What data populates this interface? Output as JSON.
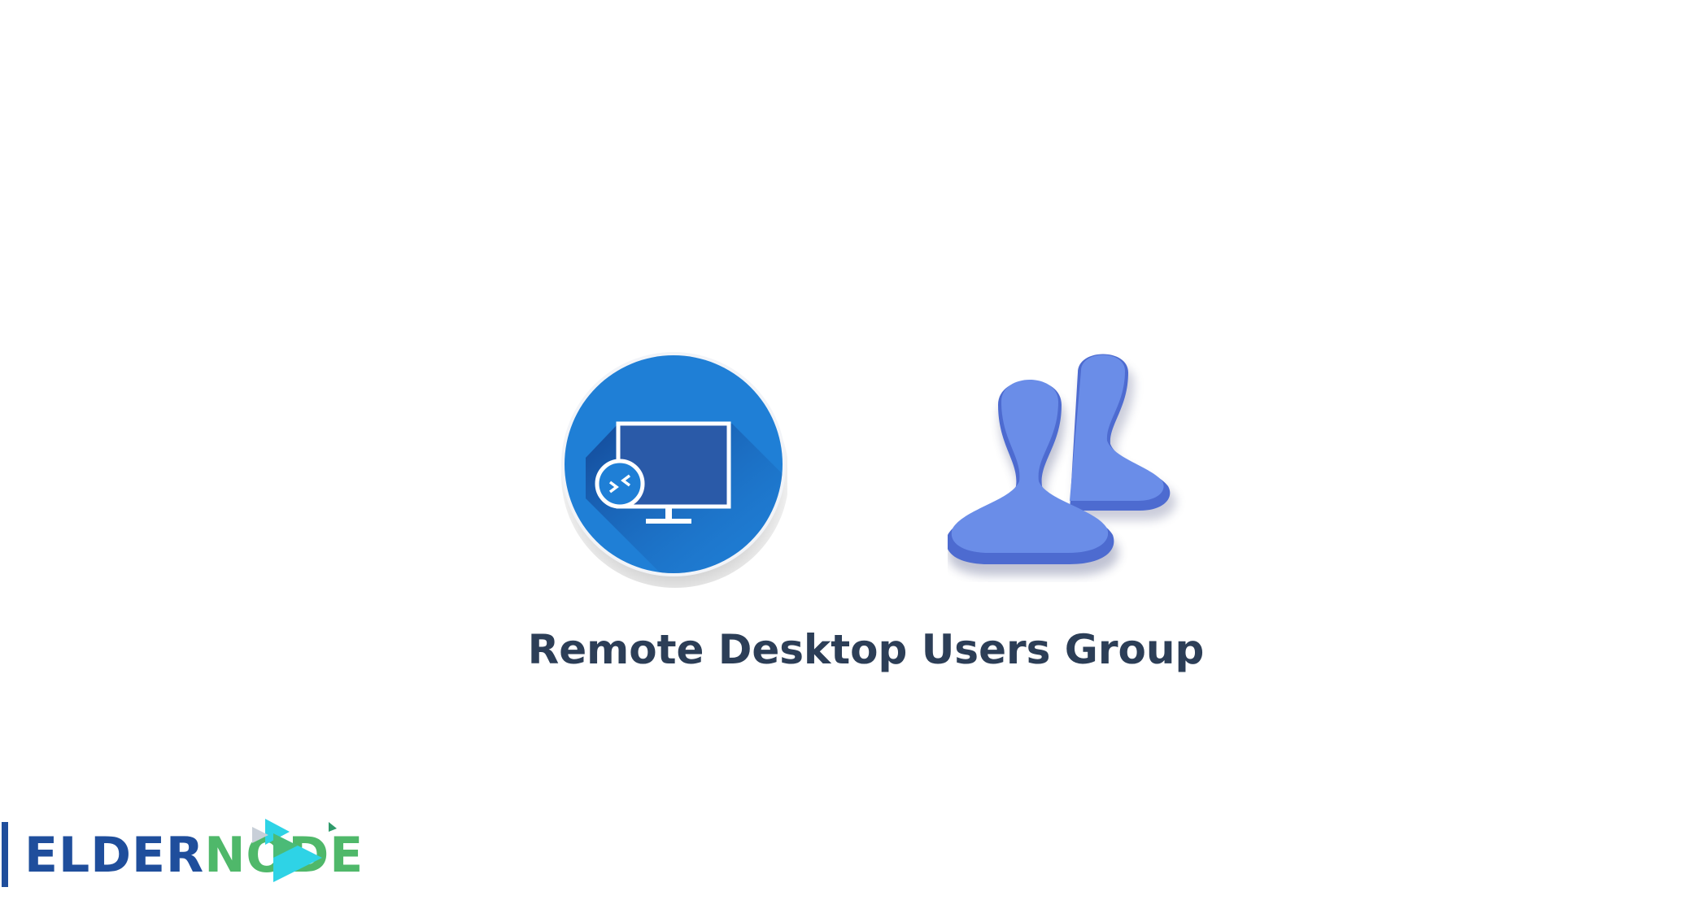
{
  "title": "Remote Desktop Users Group",
  "logo": {
    "part1": "ELDER",
    "part2": "NODE"
  },
  "icons": {
    "remote_desktop": "remote-desktop-icon",
    "users_group": "users-group-icon",
    "logo_arrows": "play-arrows-icon"
  },
  "colors": {
    "background": "#ffffff",
    "title": "#2c3e57",
    "circle_blue": "#1f7fd6",
    "users_blue": "#6a8de8",
    "logo_blue": "#1f4e9c",
    "logo_green": "#4fb86a",
    "arrow_cyan": "#2ed3e6"
  }
}
